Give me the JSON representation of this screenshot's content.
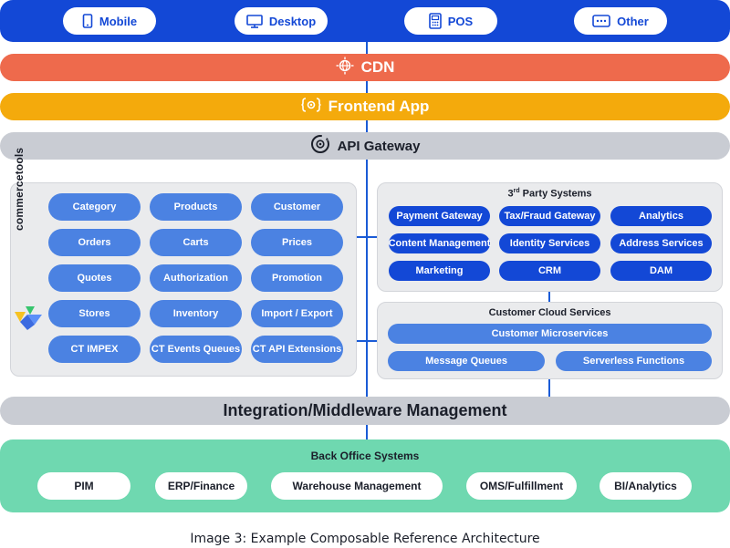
{
  "channels": [
    {
      "label": "Mobile",
      "icon": "mobile-icon"
    },
    {
      "label": "Desktop",
      "icon": "desktop-icon"
    },
    {
      "label": "POS",
      "icon": "pos-icon"
    },
    {
      "label": "Other",
      "icon": "other-icon"
    }
  ],
  "layers": {
    "cdn": "CDN",
    "frontend": "Frontend App",
    "api_gateway": "API Gateway",
    "middleware": "Integration/Middleware Management"
  },
  "commercetools": {
    "logo_text": "commercetools",
    "services": [
      [
        "Category",
        "Products",
        "Customer"
      ],
      [
        "Orders",
        "Carts",
        "Prices"
      ],
      [
        "Quotes",
        "Authorization",
        "Promotion"
      ],
      [
        "Stores",
        "Inventory",
        "Import / Export"
      ],
      [
        "CT IMPEX",
        "CT Events Queues",
        "CT API Extensions"
      ]
    ]
  },
  "third_party": {
    "title_prefix": "3",
    "title_sup": "rd",
    "title_rest": " Party Systems",
    "items": [
      [
        "Payment Gateway",
        "Tax/Fraud Gateway",
        "Analytics"
      ],
      [
        "Content Management",
        "Identity Services",
        "Address Services"
      ],
      [
        "Marketing",
        "CRM",
        "DAM"
      ]
    ]
  },
  "customer_cloud": {
    "title": "Customer Cloud Services",
    "microservices": "Customer Microservices",
    "message_queues": "Message Queues",
    "serverless": "Serverless Functions"
  },
  "back_office": {
    "title": "Back Office Systems",
    "items": [
      "PIM",
      "ERP/Finance",
      "Warehouse Management",
      "OMS/Fulfillment",
      "BI/Analytics"
    ]
  },
  "caption": "Image 3: Example Composable Reference Architecture",
  "colors": {
    "channel_bar": "#1348d6",
    "cdn": "#ee6a4c",
    "frontend": "#f4aa0c",
    "gateway": "#c9ccd3",
    "ct_pill": "#4b82e2",
    "third_party_pill": "#1348d6",
    "back_office": "#6fd8b0"
  }
}
